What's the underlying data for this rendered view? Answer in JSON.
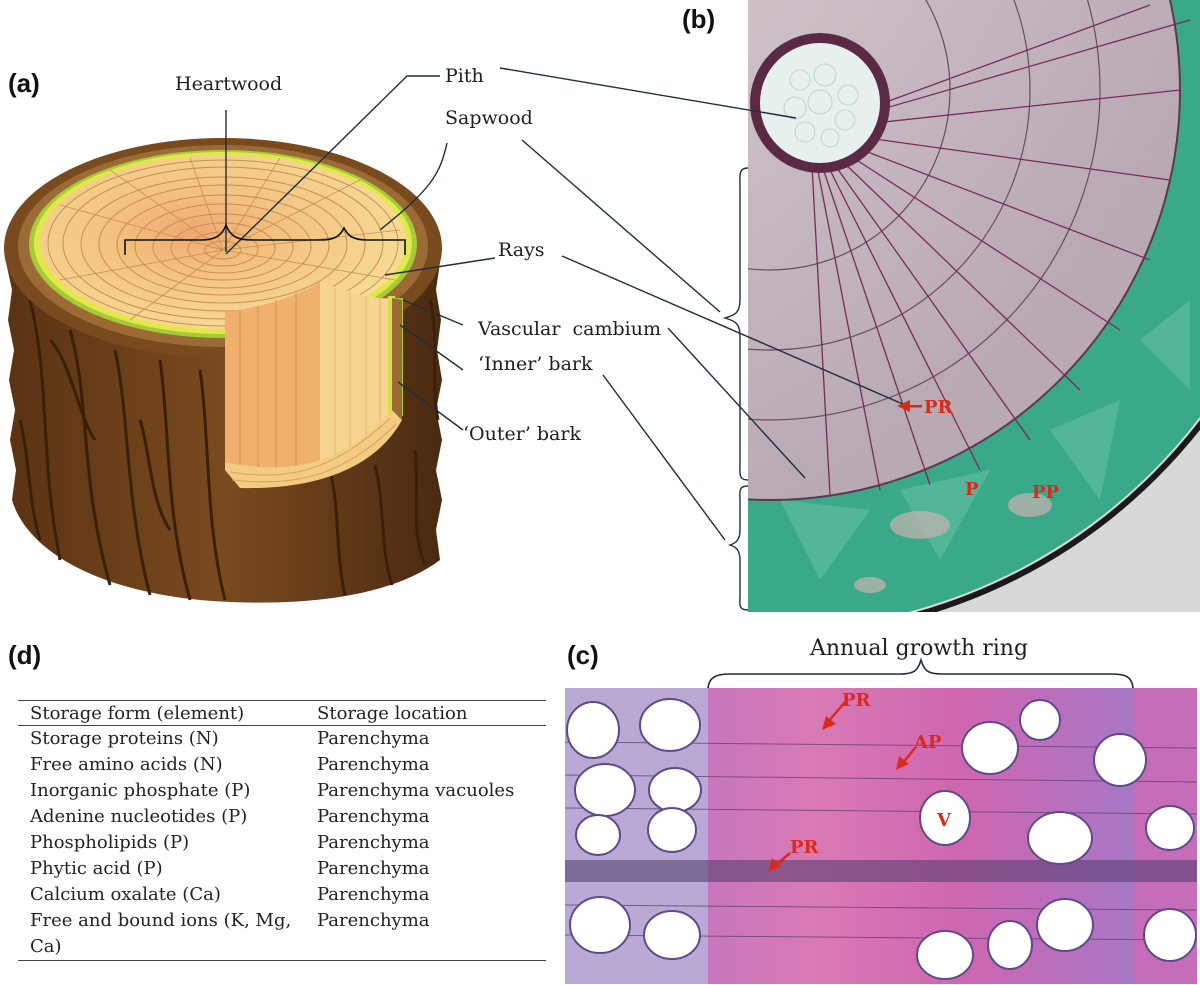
{
  "panels": {
    "a": "(a)",
    "b": "(b)",
    "c": "(c)",
    "d": "(d)"
  },
  "labels_a": {
    "heartwood": "Heartwood",
    "pith": "Pith",
    "sapwood": "Sapwood",
    "rays": "Rays",
    "vascular_cambium": "Vascular  cambium",
    "inner_bark": "‘Inner’ bark",
    "outer_bark": "‘Outer’ bark"
  },
  "labels_b": {
    "pr": "PR",
    "p": "P",
    "pp": "PP"
  },
  "labels_c": {
    "title": "Annual growth ring",
    "pr1": "PR",
    "ap": "AP",
    "v": "V",
    "pr2": "PR"
  },
  "table": {
    "headers": [
      "Storage form (element)",
      "Storage location"
    ],
    "rows": [
      [
        "Storage proteins (N)",
        "Parenchyma"
      ],
      [
        "Free amino acids (N)",
        "Parenchyma"
      ],
      [
        "Inorganic phosphate (P)",
        "Parenchyma vacuoles"
      ],
      [
        "Adenine nucleotides (P)",
        "Parenchyma"
      ],
      [
        "Phospholipids (P)",
        "Parenchyma"
      ],
      [
        "Phytic acid (P)",
        "Parenchyma"
      ],
      [
        "Calcium oxalate (Ca)",
        "Parenchyma"
      ],
      [
        "Free and bound ions (K, Mg, Ca)",
        "Parenchyma"
      ]
    ]
  },
  "colors": {
    "bark_dark": "#4a2a10",
    "bark_mid": "#7a4a1f",
    "bark_light": "#9c6a35",
    "sapwood": "#f3d589",
    "heartwood": "#eba56a",
    "cambium": "#e3e84a",
    "inner_bark": "#a6cb3a",
    "xylem_stain": "#c9b7b9",
    "phloem_stain": "#3fae8c",
    "section_pink": "#d86fb3",
    "vessel_blue": "#9a8ad0",
    "annotation_red": "#d92a1c"
  }
}
